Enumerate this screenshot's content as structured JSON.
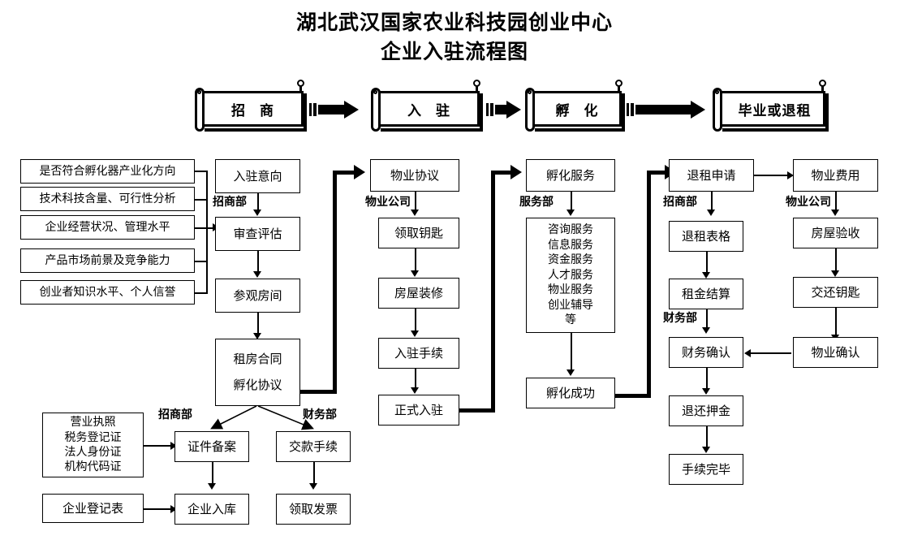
{
  "title": {
    "line1": "湖北武汉国家农业科技园创业中心",
    "line2": "企业入驻流程图"
  },
  "stages": [
    {
      "label": "招  商"
    },
    {
      "label": "入  驻"
    },
    {
      "label": "孵  化"
    },
    {
      "label": "毕业或退租"
    }
  ],
  "criteria": [
    {
      "label": "是否符合孵化器产业化方向"
    },
    {
      "label": "技术科技含量、可行性分析"
    },
    {
      "label": "企业经营状况、管理水平"
    },
    {
      "label": "产品市场前景及竞争能力"
    },
    {
      "label": "创业者知识水平、个人信誉"
    }
  ],
  "columns": {
    "recruit": {
      "dept": "招商部",
      "steps": [
        {
          "label": "入驻意向"
        },
        {
          "label": "审查评估"
        },
        {
          "label": "参观房间"
        },
        {
          "label": "租房合同\n孵化协议"
        }
      ]
    },
    "movein": {
      "dept": "物业公司",
      "steps": [
        {
          "label": "物业协议"
        },
        {
          "label": "领取钥匙"
        },
        {
          "label": "房屋装修"
        },
        {
          "label": "入驻手续"
        },
        {
          "label": "正式入驻"
        }
      ]
    },
    "incubate": {
      "dept": "服务部",
      "steps": [
        {
          "label": "孵化服务"
        },
        {
          "label": "咨询服务\n信息服务\n资金服务\n人才服务\n物业服务\n创业辅导\n等"
        },
        {
          "label": "孵化成功"
        }
      ]
    },
    "exit": {
      "dept1": "招商部",
      "dept2": "财务部",
      "steps": [
        {
          "label": "退租申请"
        },
        {
          "label": "退租表格"
        },
        {
          "label": "租金结算"
        },
        {
          "label": "财务确认"
        },
        {
          "label": "退还押金"
        },
        {
          "label": "手续完毕"
        }
      ]
    },
    "property": {
      "dept": "物业公司",
      "steps": [
        {
          "label": "物业费用"
        },
        {
          "label": "房屋验收"
        },
        {
          "label": "交还钥匙"
        },
        {
          "label": "物业确认"
        }
      ]
    }
  },
  "bottom": {
    "documents": {
      "label": "营业执照\n税务登记证\n法人身份证\n机构代码证"
    },
    "registration_form": {
      "label": "企业登记表"
    },
    "dept_recruit": "招商部",
    "dept_finance": "财务部",
    "recruit_steps": [
      {
        "label": "证件备案"
      },
      {
        "label": "企业入库"
      }
    ],
    "finance_steps": [
      {
        "label": "交款手续"
      },
      {
        "label": "领取发票"
      }
    ]
  },
  "colors": {
    "stroke": "#000000",
    "background": "#ffffff"
  }
}
